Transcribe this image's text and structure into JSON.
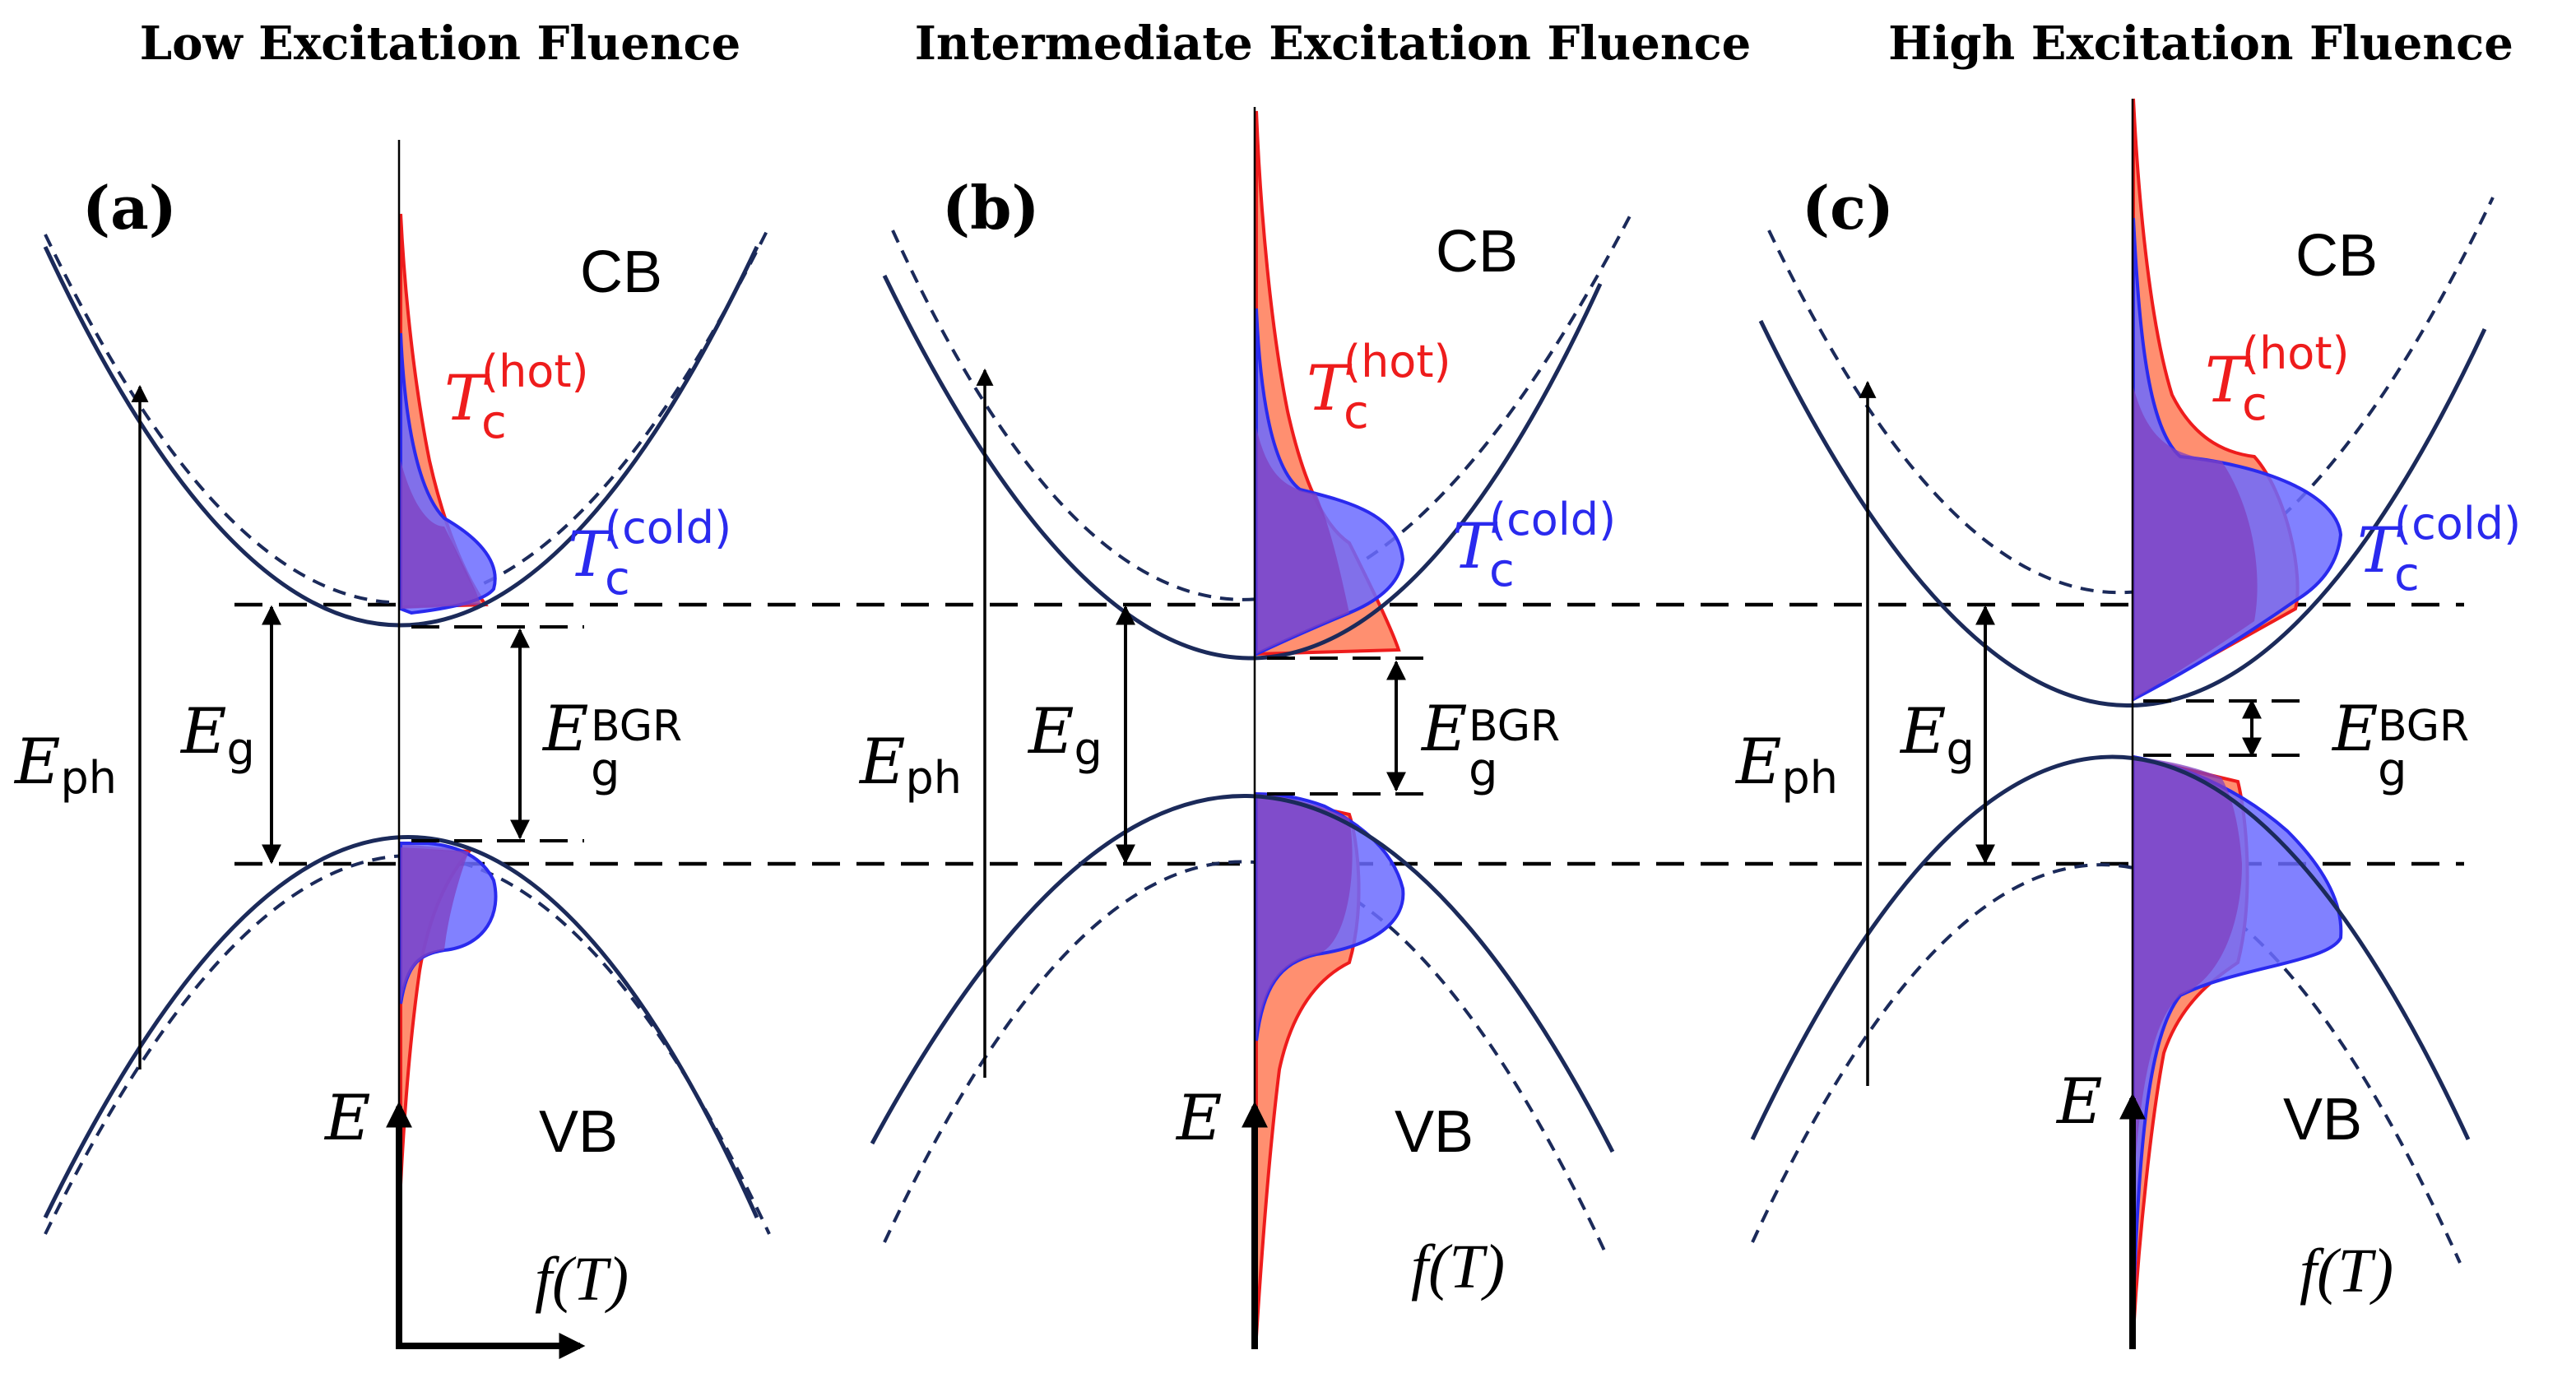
{
  "colors": {
    "curve": "#1b2a5a",
    "hot_stroke": "#ee1c1c",
    "hot_fill": "#ff8f70",
    "cold_stroke": "#2a2aee",
    "cold_fill": "#6b6bff",
    "overlap_fill": "#8040c0"
  },
  "panels": [
    {
      "title": "Low Excitation Fluence",
      "label": "(a)",
      "cb": "CB",
      "vb": "VB",
      "e_axis": "E",
      "f_axis": "f(T)",
      "eph": {
        "base": "E",
        "sub": "ph"
      },
      "eg": {
        "base": "E",
        "sub": "g"
      },
      "egbgr": {
        "base": "E",
        "sub": "g",
        "sup": "BGR"
      },
      "thot": {
        "base": "T",
        "sub": "c",
        "sup": "(hot)"
      },
      "tcold": {
        "base": "T",
        "sub": "c",
        "sup": "(cold)"
      }
    },
    {
      "title": "Intermediate Excitation Fluence",
      "label": "(b)",
      "cb": "CB",
      "vb": "VB",
      "e_axis": "E",
      "f_axis": "f(T)",
      "eph": {
        "base": "E",
        "sub": "ph"
      },
      "eg": {
        "base": "E",
        "sub": "g"
      },
      "egbgr": {
        "base": "E",
        "sub": "g",
        "sup": "BGR"
      },
      "thot": {
        "base": "T",
        "sub": "c",
        "sup": "(hot)"
      },
      "tcold": {
        "base": "T",
        "sub": "c",
        "sup": "(cold)"
      }
    },
    {
      "title": "High Excitation Fluence",
      "label": "(c)",
      "cb": "CB",
      "vb": "VB",
      "e_axis": "E",
      "f_axis": "f(T)",
      "eph": {
        "base": "E",
        "sub": "ph"
      },
      "eg": {
        "base": "E",
        "sub": "g"
      },
      "egbgr": {
        "base": "E",
        "sub": "g",
        "sup": "BGR"
      },
      "thot": {
        "base": "T",
        "sub": "c",
        "sup": "(hot)"
      },
      "tcold": {
        "base": "T",
        "sub": "c",
        "sup": "(cold)"
      }
    }
  ]
}
